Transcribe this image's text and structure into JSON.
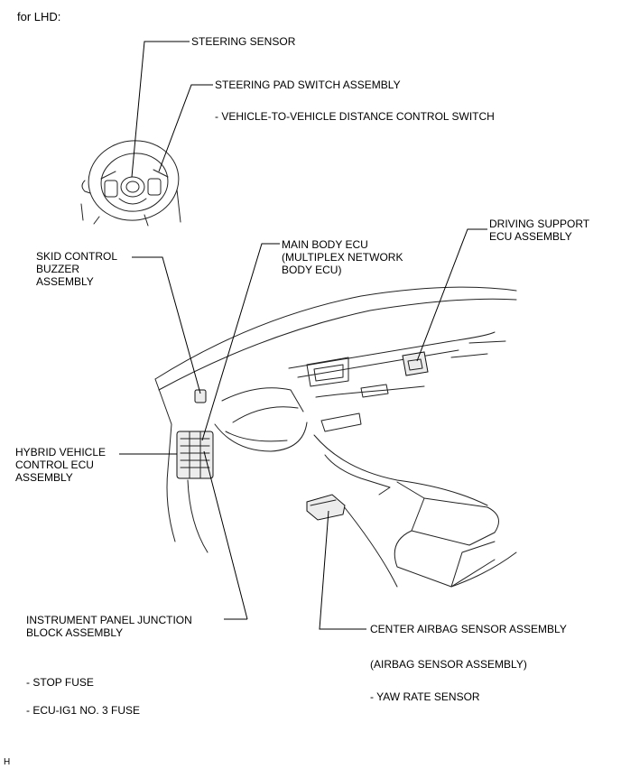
{
  "header": "for LHD:",
  "footer_code": "H",
  "labels": {
    "steering_sensor": "STEERING SENSOR",
    "steering_pad_switch": "STEERING PAD SWITCH ASSEMBLY",
    "vehicle_distance_switch": "- VEHICLE-TO-VEHICLE DISTANCE CONTROL SWITCH",
    "main_body_ecu": "MAIN BODY ECU\n(MULTIPLEX NETWORK\nBODY ECU)",
    "driving_support_ecu": "DRIVING SUPPORT\nECU ASSEMBLY",
    "skid_control_buzzer": "SKID CONTROL\nBUZZER\nASSEMBLY",
    "hybrid_vehicle_ecu": "HYBRID VEHICLE\nCONTROL ECU\nASSEMBLY",
    "instrument_panel_jb": "INSTRUMENT PANEL JUNCTION\nBLOCK ASSEMBLY",
    "stop_fuse": "- STOP FUSE",
    "ecu_ig1_fuse": "- ECU-IG1 NO. 3 FUSE",
    "center_airbag_sensor": "CENTER AIRBAG SENSOR ASSEMBLY",
    "airbag_sensor_assembly": "(AIRBAG SENSOR ASSEMBLY)",
    "yaw_rate_sensor": "- YAW RATE SENSOR"
  }
}
